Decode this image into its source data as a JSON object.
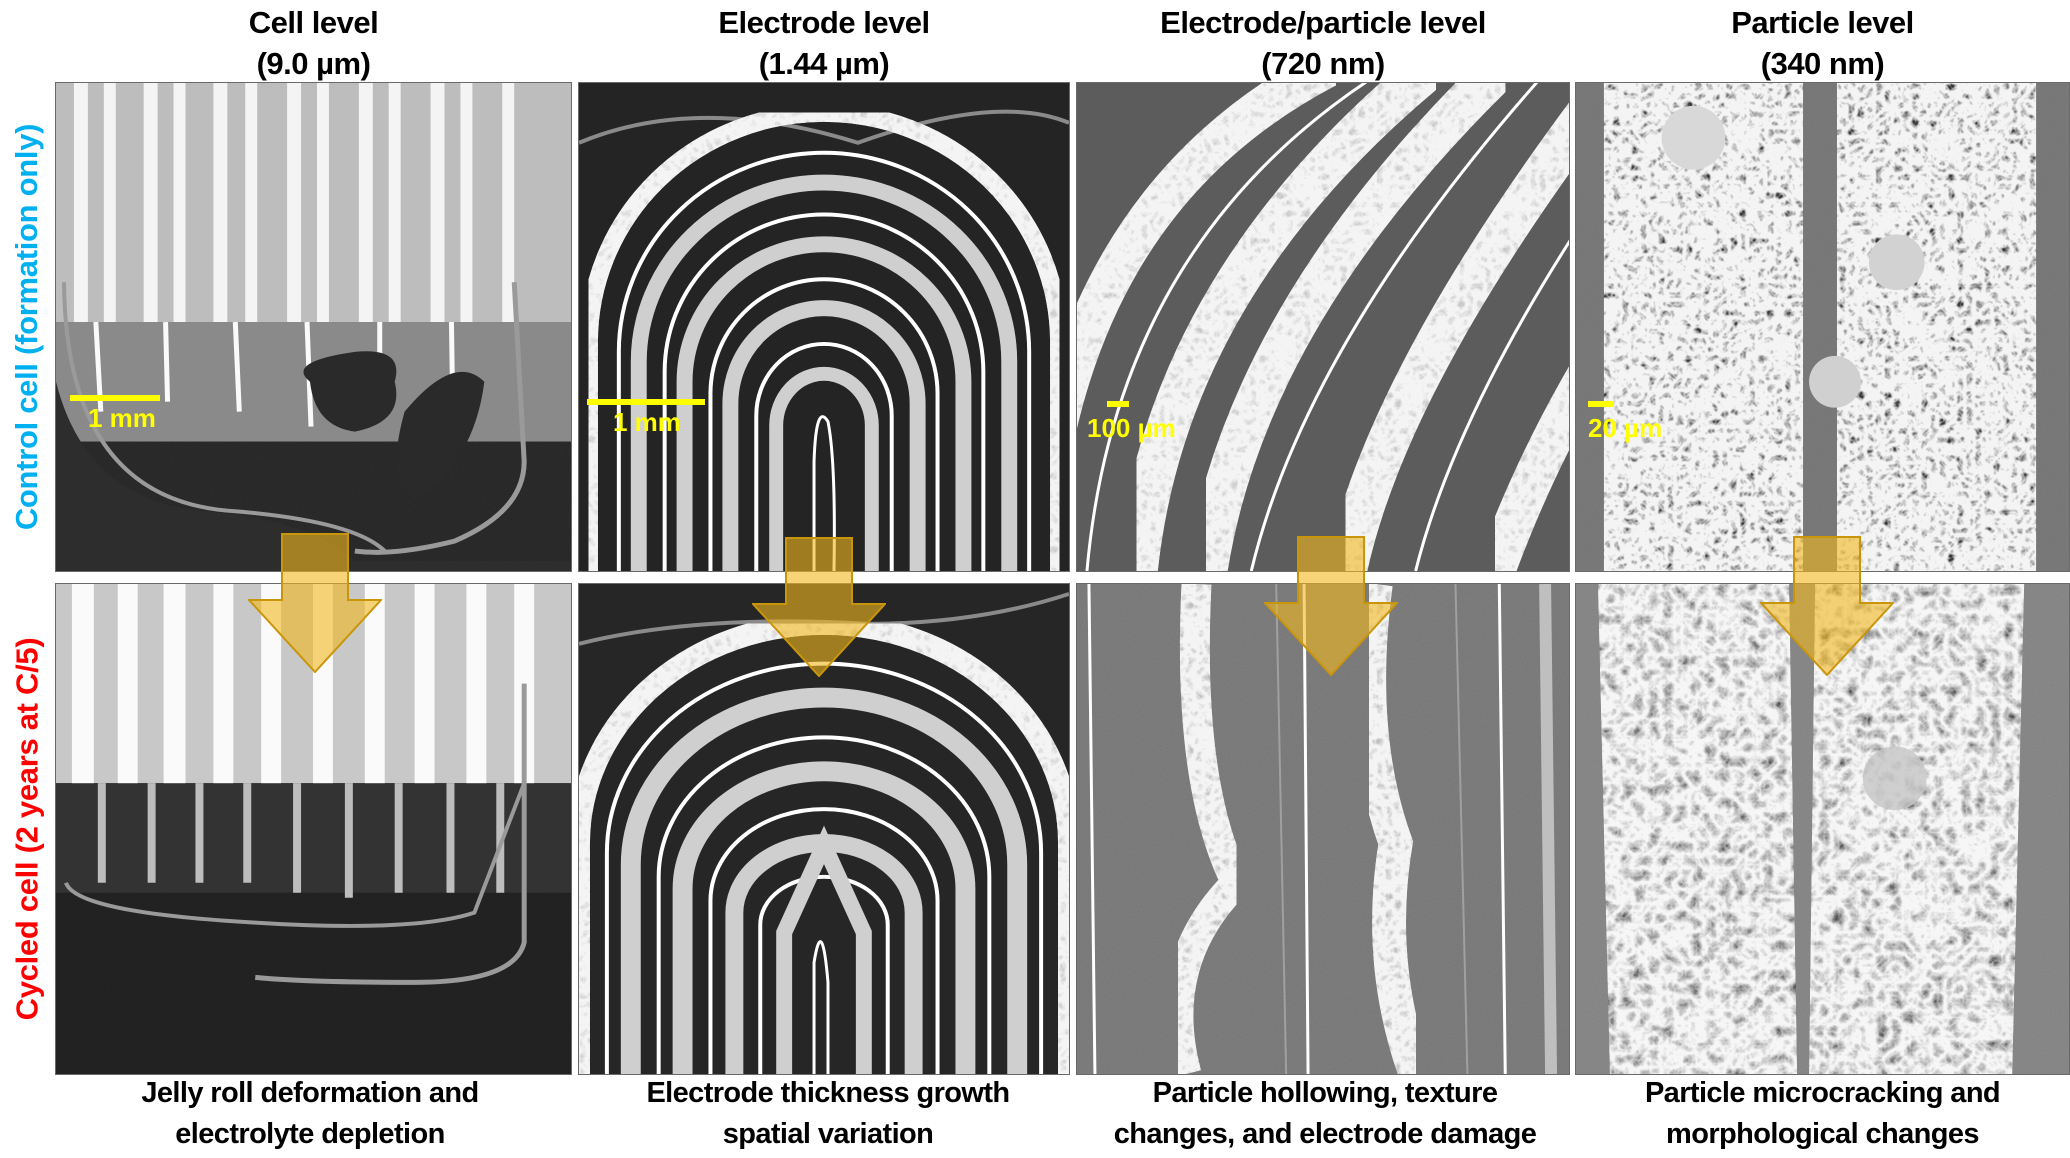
{
  "figure": {
    "columns": [
      {
        "title": "Cell level",
        "resolution": "(9.0 µm)",
        "caption_line1": "Jelly roll deformation and",
        "caption_line2": "electrolyte depletion",
        "scale_bar": "1 mm"
      },
      {
        "title": "Electrode level",
        "resolution": "(1.44 µm)",
        "caption_line1": "Electrode thickness growth",
        "caption_line2": "spatial variation",
        "scale_bar": "1 mm"
      },
      {
        "title": "Electrode/particle level",
        "resolution": "(720 nm)",
        "caption_line1": "Particle hollowing, texture",
        "caption_line2": "changes, and electrode damage",
        "scale_bar": "100 µm"
      },
      {
        "title": "Particle level",
        "resolution": "(340 nm)",
        "caption_line1": "Particle microcracking and",
        "caption_line2": "morphological changes",
        "scale_bar": "20 µm"
      }
    ],
    "rows": [
      {
        "label": "Control cell (formation only)",
        "color": "#00b0f0"
      },
      {
        "label": "Cycled cell (2 years at C/5)",
        "color": "#ff0000"
      }
    ],
    "colors": {
      "scale_bar": "#ffff00",
      "arrow_fill": "#f2b71e",
      "arrow_stroke": "#c9950a",
      "background": "#ffffff"
    }
  }
}
